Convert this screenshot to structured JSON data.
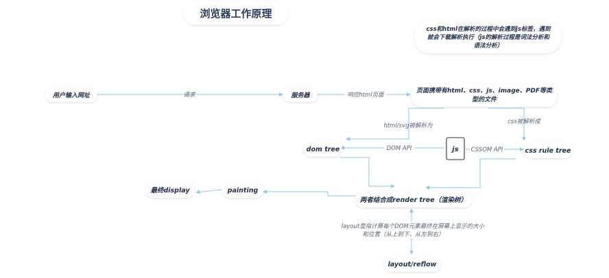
{
  "title": "浏览器工作原理",
  "note": {
    "line1": "css和html在解析的过程中会遇到js标签，遇到",
    "line2": "就会下载解析执行（js的解析过程是词法分析和",
    "line3": "语法分析）"
  },
  "nodes": {
    "user_input": "用户输入网址",
    "server": "服务器",
    "page_files_line1": "页面携带有html、css、js、image、PDF等类",
    "page_files_line2": "型的文件",
    "dom_tree": "dom tree",
    "js": "js",
    "css_rule_tree": "css rule tree",
    "render_tree": "两者结合成render tree（渲染树）",
    "painting": "painting",
    "display": "最终display",
    "layout": "layout/reflow"
  },
  "edges": {
    "request": "请求",
    "response": "响应html页面",
    "html_svg": "html/svg被解析为",
    "css_parsed": "css被解析成",
    "dom_api": "DOM API",
    "cssom_api": "CSSOM API",
    "layout_line1": "layout是指计算每个DOM元素最终在屏幕上显示的大小",
    "layout_line2": "和位置（从上到下，从左到右）"
  },
  "colors": {
    "line": "#8cc7ec",
    "text": "#1f2f4a",
    "title_bg": "#ffffff"
  }
}
